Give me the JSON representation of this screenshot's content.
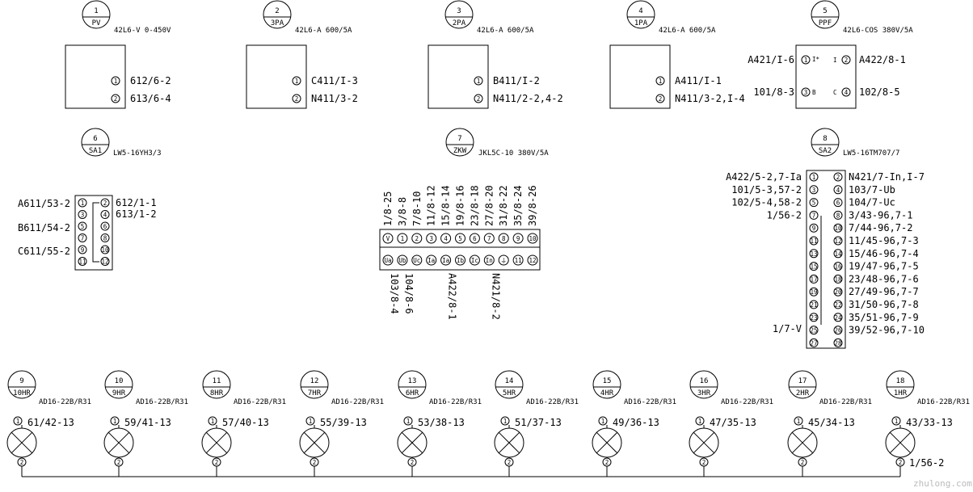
{
  "meters": [
    {
      "num": "1",
      "tag": "PV",
      "spec": "42L6-V 0-450V",
      "left": [],
      "right": [
        "612/6-2",
        "613/6-4"
      ]
    },
    {
      "num": "2",
      "tag": "3PA",
      "spec": "42L6-A 600/5A",
      "left": [],
      "right": [
        "C411/I-3",
        "N411/3-2"
      ]
    },
    {
      "num": "3",
      "tag": "2PA",
      "spec": "42L6-A 600/5A",
      "left": [],
      "right": [
        "B411/I-2",
        "N411/2-2,4-2"
      ]
    },
    {
      "num": "4",
      "tag": "1PA",
      "spec": "42L6-A 600/5A",
      "left": [],
      "right": [
        "A411/I-1",
        "N411/3-2,I-4"
      ]
    },
    {
      "num": "5",
      "tag": "PPF",
      "spec": "42L6-COS 380V/5A",
      "left": [
        "A421/I-6",
        "101/8-3"
      ],
      "right": [
        "A422/8-1",
        "102/8-5"
      ],
      "inner": [
        "I*",
        "I",
        "B",
        "C"
      ]
    }
  ],
  "switch1": {
    "num": "6",
    "tag": "SA1",
    "spec": "LW5-16YH3/3",
    "left": [
      "A611/53-2",
      "B611/54-2",
      "C611/55-2"
    ],
    "right": [
      "612/1-1",
      "613/1-2"
    ],
    "pins_left": [
      "1",
      "3",
      "5",
      "7",
      "9",
      "11"
    ],
    "pins_right": [
      "2",
      "4",
      "6",
      "8",
      "10",
      "12"
    ]
  },
  "relay": {
    "num": "7",
    "tag": "ZKW",
    "spec": "JKL5C-10 380V/5A",
    "top_labels": [
      "1/8-25",
      "3/8-8",
      "7/8-10",
      "11/8-12",
      "15/8-14",
      "19/8-16",
      "23/8-18",
      "27/8-20",
      "31/8-22",
      "35/8-24",
      "39/8-26"
    ],
    "pins_top": [
      "V",
      "1",
      "2",
      "3",
      "4",
      "5",
      "6",
      "7",
      "8",
      "9",
      "10"
    ],
    "pins_bottom": [
      "Ua",
      "Ub",
      "Uc",
      "Ia",
      "Ia",
      "Ib",
      "Ic",
      "In",
      "⏚",
      "11",
      "12"
    ],
    "bottom_labels": [
      "103/8-4",
      "104/8-6",
      "A422/8-1",
      "N421/8-2"
    ]
  },
  "switch2": {
    "num": "8",
    "tag": "SA2",
    "spec": "LW5-16TM707/7",
    "left": [
      "A422/5-2,7-Ia",
      "101/5-3,57-2",
      "102/5-4,58-2",
      "1/56-2",
      "1/7-V"
    ],
    "right": [
      "N421/7-In,I-7",
      "103/7-Ub",
      "104/7-Uc",
      "3/43-96,7-1",
      "7/44-96,7-2",
      "11/45-96,7-3",
      "15/46-96,7-4",
      "19/47-96,7-5",
      "23/48-96,7-6",
      "27/49-96,7-7",
      "31/50-96,7-8",
      "35/51-96,7-9",
      "39/52-96,7-10"
    ],
    "pins_left": [
      "1",
      "3",
      "5",
      "7",
      "9",
      "11",
      "13",
      "15",
      "17",
      "19",
      "21",
      "23",
      "25",
      "27"
    ],
    "pins_right": [
      "2",
      "4",
      "6",
      "8",
      "10",
      "12",
      "14",
      "16",
      "18",
      "20",
      "22",
      "24",
      "26",
      "28"
    ]
  },
  "lamps": [
    {
      "num": "9",
      "tag": "10HR",
      "spec": "AD16-22B/R31",
      "wire": "61/42-13"
    },
    {
      "num": "10",
      "tag": "9HR",
      "spec": "AD16-22B/R31",
      "wire": "59/41-13"
    },
    {
      "num": "11",
      "tag": "8HR",
      "spec": "AD16-22B/R31",
      "wire": "57/40-13"
    },
    {
      "num": "12",
      "tag": "7HR",
      "spec": "AD16-22B/R31",
      "wire": "55/39-13"
    },
    {
      "num": "13",
      "tag": "6HR",
      "spec": "AD16-22B/R31",
      "wire": "53/38-13"
    },
    {
      "num": "14",
      "tag": "5HR",
      "spec": "AD16-22B/R31",
      "wire": "51/37-13"
    },
    {
      "num": "15",
      "tag": "4HR",
      "spec": "AD16-22B/R31",
      "wire": "49/36-13"
    },
    {
      "num": "16",
      "tag": "3HR",
      "spec": "AD16-22B/R31",
      "wire": "47/35-13"
    },
    {
      "num": "17",
      "tag": "2HR",
      "spec": "AD16-22B/R31",
      "wire": "45/34-13"
    },
    {
      "num": "18",
      "tag": "1HR",
      "spec": "AD16-22B/R31",
      "wire": "43/33-13",
      "wire2": "1/56-2"
    }
  ],
  "pin_labels": {
    "one": "1",
    "two": "2",
    "three": "3",
    "four": "4"
  },
  "watermark": "zhulong.com"
}
